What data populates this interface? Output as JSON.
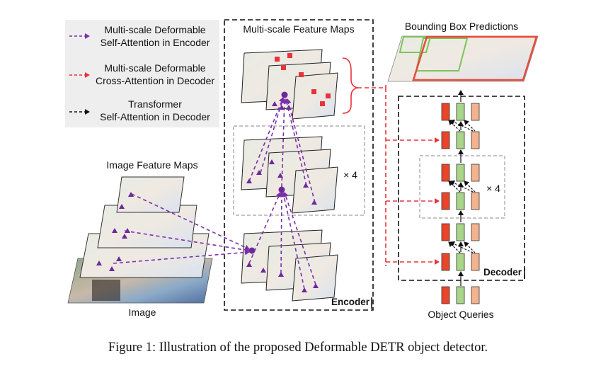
{
  "legend": {
    "items": [
      {
        "line1": "Multi-scale Deformable",
        "line2": "Self-Attention in Encoder",
        "color": "#7b2fa8"
      },
      {
        "line1": "Multi-scale Deformable",
        "line2": "Cross-Attention in Decoder",
        "color": "#e8333b"
      },
      {
        "line1": "Transformer",
        "line2": "Self-Attention in Decoder",
        "color": "#111111"
      }
    ]
  },
  "labels": {
    "multi_scale_maps": "Multi-scale Feature Maps",
    "bbox_predictions": "Bounding Box Predictions",
    "image_feature_maps": "Image Feature Maps",
    "image": "Image",
    "encoder": "Encoder",
    "decoder": "Decoder",
    "object_queries": "Object Queries",
    "repeat_encoder": "× 4",
    "repeat_decoder": "× 4"
  },
  "caption": "Figure 1: Illustration of the proposed Deformable DETR object detector.",
  "colors": {
    "self_attn": "#7b2fa8",
    "cross_attn": "#e8333b",
    "token_red": "#e8452a",
    "token_green": "#a8d58a",
    "token_peach": "#f4b28f",
    "box_red": "#e84a3a",
    "box_green": "#7cc45a"
  }
}
